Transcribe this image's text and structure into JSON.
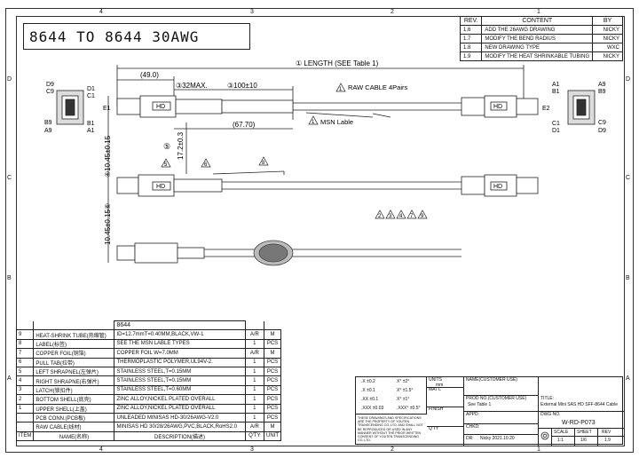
{
  "frame": {
    "col_labels": [
      "4",
      "3",
      "2",
      "1"
    ],
    "row_labels": [
      "D",
      "C",
      "B",
      "A"
    ]
  },
  "title": "8644 TO 8644 30AWG",
  "revision_table": {
    "headers": [
      "REV.",
      "CONTENT",
      "BY"
    ],
    "rows": [
      [
        "1.6",
        "ADD THE 26AWG DRAWING",
        "NICKY"
      ],
      [
        "1.7",
        "MODIFY THE BEND RADIUS",
        "NICKY"
      ],
      [
        "1.8",
        "NEW DRAWING TYPE",
        "WXC"
      ],
      [
        "1.9",
        "MODIFY THE HEAT SHRINKABLE TUBING",
        "NICKY"
      ]
    ]
  },
  "drawing": {
    "length_label": "① LENGTH (SEE Table 1)",
    "dim_49": "(49.0)",
    "dim_32max": "③32MAX.",
    "dim_100": "③100±10",
    "dim_6770": "(67.70)",
    "raw_cable_note": "RAW CABLE 4Pairs",
    "raw_cable_num": "1",
    "msn_label": "MSN  Lable",
    "msn_num": "1",
    "dim_1045_a": "④10.45±0.15",
    "dim_1045_b": "10.45±0.15⑥",
    "dim_172": "17.2±0.3",
    "circle5": "⑤",
    "balloon_5": "5",
    "balloon_6": "6",
    "balloon_8": "8",
    "balloon_row": [
      "2",
      "3",
      "4",
      "7",
      "9"
    ],
    "e1": "E1",
    "e2": "E2",
    "hd_label": "HD",
    "pins_left": [
      "D9",
      "C9",
      "D1",
      "C1",
      "B9",
      "A9",
      "B1",
      "A1"
    ],
    "pins_right": [
      "A1",
      "A9",
      "B1",
      "B9",
      "C1",
      "C9",
      "D1",
      "D9"
    ]
  },
  "bom": {
    "title": "8644",
    "rows": [
      {
        "item": "9",
        "name": "HEAT-SHRINK TUBE(热缩管)",
        "desc": "ID=12.7mmT=0.40MM,BLACK,VW-1",
        "qty": "A/R",
        "unit": "M"
      },
      {
        "item": "8",
        "name": "LABEL(标签)",
        "desc": "SEE THE MSN LABLE TYPES",
        "qty": "1",
        "unit": "PCS"
      },
      {
        "item": "7",
        "name": "COPPER FOIL(铜箔)",
        "desc": "COPPER FOIL W=7.0MM",
        "qty": "A/R",
        "unit": "M"
      },
      {
        "item": "6",
        "name": "PULL TAB(拉带)",
        "desc": "THERMOPLASTIC POLYMER,UL94V-2.",
        "qty": "1",
        "unit": "PCS"
      },
      {
        "item": "5",
        "name": "LEFT SHRAPNEL(左弹片)",
        "desc": "STAINLESS STEEL,T=0.15MM",
        "qty": "1",
        "unit": "PCS"
      },
      {
        "item": "4",
        "name": "RIGHT SHRAPNE(右弹片)",
        "desc": "STAINLESS STEEL,T=0.15MM",
        "qty": "1",
        "unit": "PCS"
      },
      {
        "item": "3",
        "name": "LATCH(锁扣件)",
        "desc": "STAINLESS STEEL,T=0.60MM",
        "qty": "1",
        "unit": "PCS"
      },
      {
        "item": "2",
        "name": "BOTTOM SHELL(底壳)",
        "desc": "ZINC ALLOY,NICKEL PLATED OVERALL",
        "qty": "1",
        "unit": "PCS"
      },
      {
        "item": "1",
        "name": "UPPER SHELL(上盖)",
        "desc": "ZINC ALLOY,NICKEL PLATED OVERALL",
        "qty": "1",
        "unit": "PCS"
      },
      {
        "item": "",
        "name": "PCB CONN.(PCB板)",
        "desc": "UNLEADED MINISAS HD-30/26AWG-V2.0",
        "qty": "1",
        "unit": "PCS"
      },
      {
        "item": "",
        "name": "RAW CABLE(线材)",
        "desc": "MINISAS HD 30/28/26AWG,PVC,BLACK,RoHS2.0",
        "qty": "A/R",
        "unit": "M"
      }
    ],
    "footer": {
      "item": "ITEM",
      "name": "NAME(名称)",
      "desc": "DESCRIPTION(描述)",
      "qty": "Q'TY",
      "unit": "UNIT"
    }
  },
  "title_block": {
    "tolerances": [
      {
        "a": ".X",
        "b": "±0.2",
        "c": "X°",
        "d": "±2°"
      },
      {
        "a": ".X",
        "b": "±0.1",
        "c": "X°",
        "d": "±1.5°"
      },
      {
        "a": ".XX",
        "b": "±0.1",
        "c": "X°",
        "d": "±1°"
      },
      {
        "a": ".XXX",
        "b": "±0.03",
        "c": ".XXX°",
        "d": "±0.5°"
      }
    ],
    "units_label": "UNITS",
    "units_value": "mm",
    "matl_label": "MAT'L",
    "finish_label": "FINISH",
    "qty_label": "Q'TY",
    "disclaimer": "THESE DRAWINGS AND SPECIFICATIONS ARE THE PROPERTY OF YOUTEN TRANSCENDING CO.,LTD. AND SHALL NOT BE REPRODUCED OR USED IN ANY MANNER WITHOUT THE PRIOR WRITTEN CONSENT OF YOUTEN TRANSCENDING CO.,LTD.",
    "name_customer": "NAME(CUSTOMER USE)",
    "prod_no_label": "PROD NO.(CUSTOMER USE)",
    "prod_no_value": "See Table 1",
    "title_label": "TITLE:",
    "title_value": "External Mini SAS HD SFF-8644 Cable",
    "appd_label": "APPD:",
    "chkd_label": "CHKD:",
    "dr_label": "DR:",
    "dr_value": "Nicky 2021.10.20",
    "dwg_no_label": "DWG NO.",
    "dwg_no_value": "W-RD-P073",
    "scale_label": "SCALE",
    "sheet_label": "SHEET",
    "rev_label": "REV",
    "scale_value": "1:1",
    "sheet_value": "1/6",
    "rev_value": "1.9"
  }
}
